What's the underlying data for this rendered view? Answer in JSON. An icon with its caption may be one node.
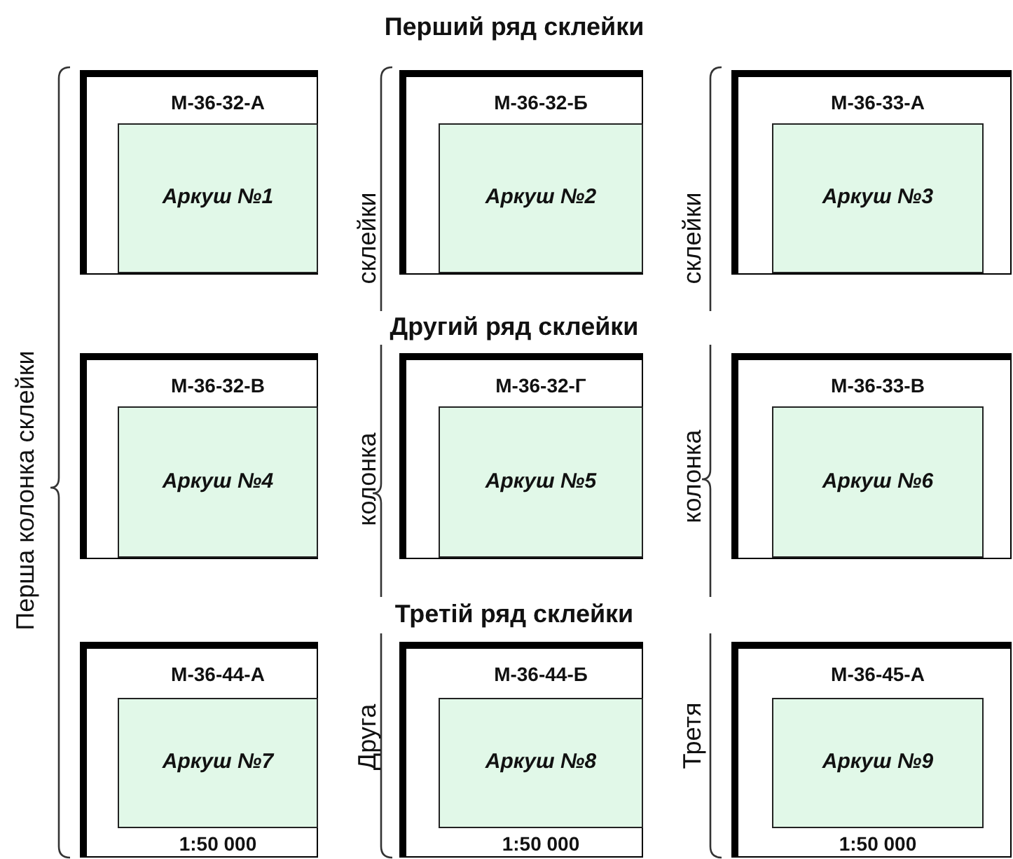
{
  "diagram": {
    "title": "Перший ряд склейки",
    "nodes": [
      {
        "text": [
          "М-36-32-А"
        ]
      },
      {
        "text": [
          "Аркуш №1"
        ],
        "in": 0
      },
      {
        "text": [
          "М-36-32-Б"
        ]
      },
      {
        "text": [
          "Аркуш №2"
        ],
        "in": 2
      },
      {
        "text": [
          "М-36-33-А"
        ]
      },
      {
        "text": [
          "Аркуш №3"
        ],
        "in": 4
      },
      {
        "text": [
          "М-36-32-В"
        ]
      },
      {
        "text": [
          "Аркуш №4"
        ],
        "in": 6
      },
      {
        "text": [
          "М-36-32-Г"
        ]
      },
      {
        "text": [
          "Аркуш №5"
        ],
        "in": 8
      },
      {
        "text": [
          "М-36-33-В"
        ]
      },
      {
        "text": [
          "Аркуш №6"
        ],
        "in": 10
      },
      {
        "text": [
          "М-36-44-А",
          "1:50 000"
        ]
      },
      {
        "text": [
          "Аркуш №7"
        ],
        "in": 12
      },
      {
        "text": [
          "М-36-44-Б",
          "1:50 000"
        ]
      },
      {
        "text": [
          "Аркуш №8"
        ],
        "in": 14
      },
      {
        "text": [
          "М-36-45-А",
          "1:50 000"
        ]
      },
      {
        "text": [
          "Аркуш №9"
        ],
        "in": 16
      }
    ],
    "labels": [
      "Перша колонка склейки",
      "склейки",
      "колонка",
      "Друга",
      "склейки",
      "колонка",
      "Третя",
      "Другий ряд склейки",
      "Третій ряд склейки"
    ]
  }
}
